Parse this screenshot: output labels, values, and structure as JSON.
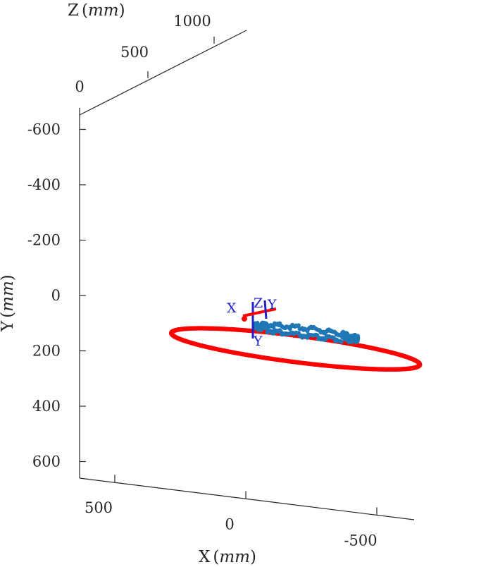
{
  "chart_data": {
    "type": "scatter",
    "title": "",
    "axes": {
      "x": {
        "label": "X",
        "unit": "mm",
        "ticks": [
          {
            "value": 500,
            "label": "500"
          },
          {
            "value": 0,
            "label": "0"
          },
          {
            "value": -500,
            "label": "-500"
          }
        ]
      },
      "y": {
        "label": "Y",
        "unit": "mm",
        "ticks": [
          {
            "value": -600,
            "label": "-600"
          },
          {
            "value": -400,
            "label": "-400"
          },
          {
            "value": -200,
            "label": "-200"
          },
          {
            "value": 0,
            "label": "0"
          },
          {
            "value": 200,
            "label": "200"
          },
          {
            "value": 400,
            "label": "400"
          },
          {
            "value": 600,
            "label": "600"
          }
        ]
      },
      "z": {
        "label": "Z",
        "unit": "mm",
        "ticks": [
          {
            "value": 0,
            "label": "0"
          },
          {
            "value": 500,
            "label": "500"
          },
          {
            "value": 1000,
            "label": "1000"
          }
        ]
      }
    },
    "series": [
      {
        "color": "#ff0000",
        "marker": "filled-circle",
        "shape": "ellipse",
        "center_x": -190,
        "center_y": 170,
        "semi_axis_x": 480,
        "semi_axis_y": 48,
        "tilt_deg": 9
      },
      {
        "color": "#1f77b4",
        "marker": "filled-circle",
        "shape": "ellipse",
        "center_x": -230,
        "center_y": 105,
        "semi_axis_x": 200,
        "semi_axis_y": 14,
        "tilt_deg": 8
      }
    ],
    "frame_labels": [
      {
        "text": "X",
        "color": "#1f1fc8"
      },
      {
        "text": "Y",
        "color": "#1f1fc8"
      },
      {
        "text": "Y",
        "color": "#1f1fc8"
      },
      {
        "text": "Z",
        "color": "#1f1fc8"
      }
    ],
    "grid": false,
    "legend": "none"
  }
}
